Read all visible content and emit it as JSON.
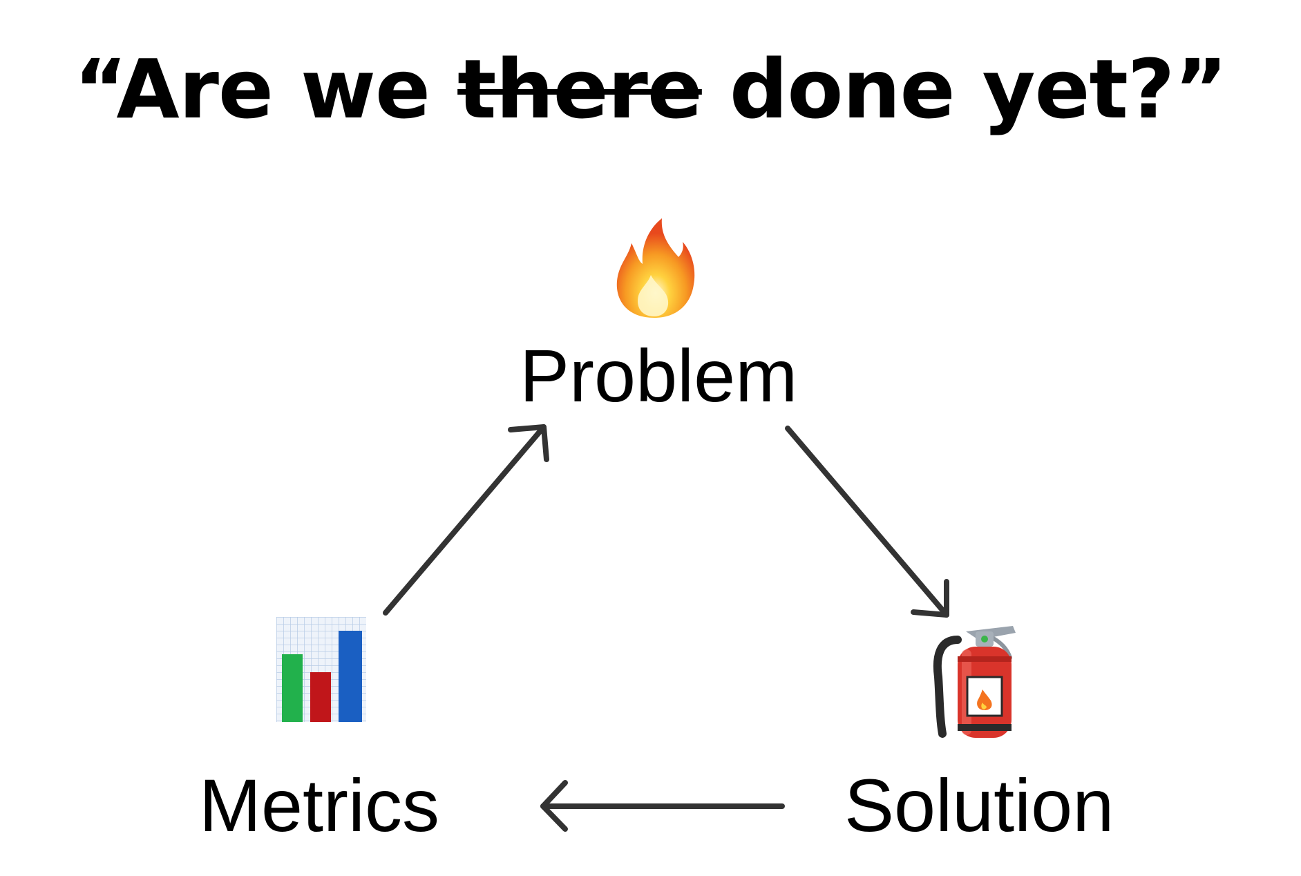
{
  "title": {
    "open_quote": "“",
    "before": "Are we",
    "struck": "there",
    "after": "done yet?",
    "close_quote": "”"
  },
  "nodes": {
    "problem": {
      "label": "Problem",
      "icon": "fire-icon"
    },
    "solution": {
      "label": "Solution",
      "icon": "fire-extinguisher-icon"
    },
    "metrics": {
      "label": "Metrics",
      "icon": "bar-chart-icon"
    }
  },
  "colors": {
    "arrow": "#333333",
    "bar_green": "#22b14c",
    "bar_red": "#c0161a",
    "bar_blue": "#1a5fc2",
    "extinguisher_red": "#d9342b",
    "flame_orange": "#f4731f",
    "flame_yellow": "#ffd23f"
  }
}
